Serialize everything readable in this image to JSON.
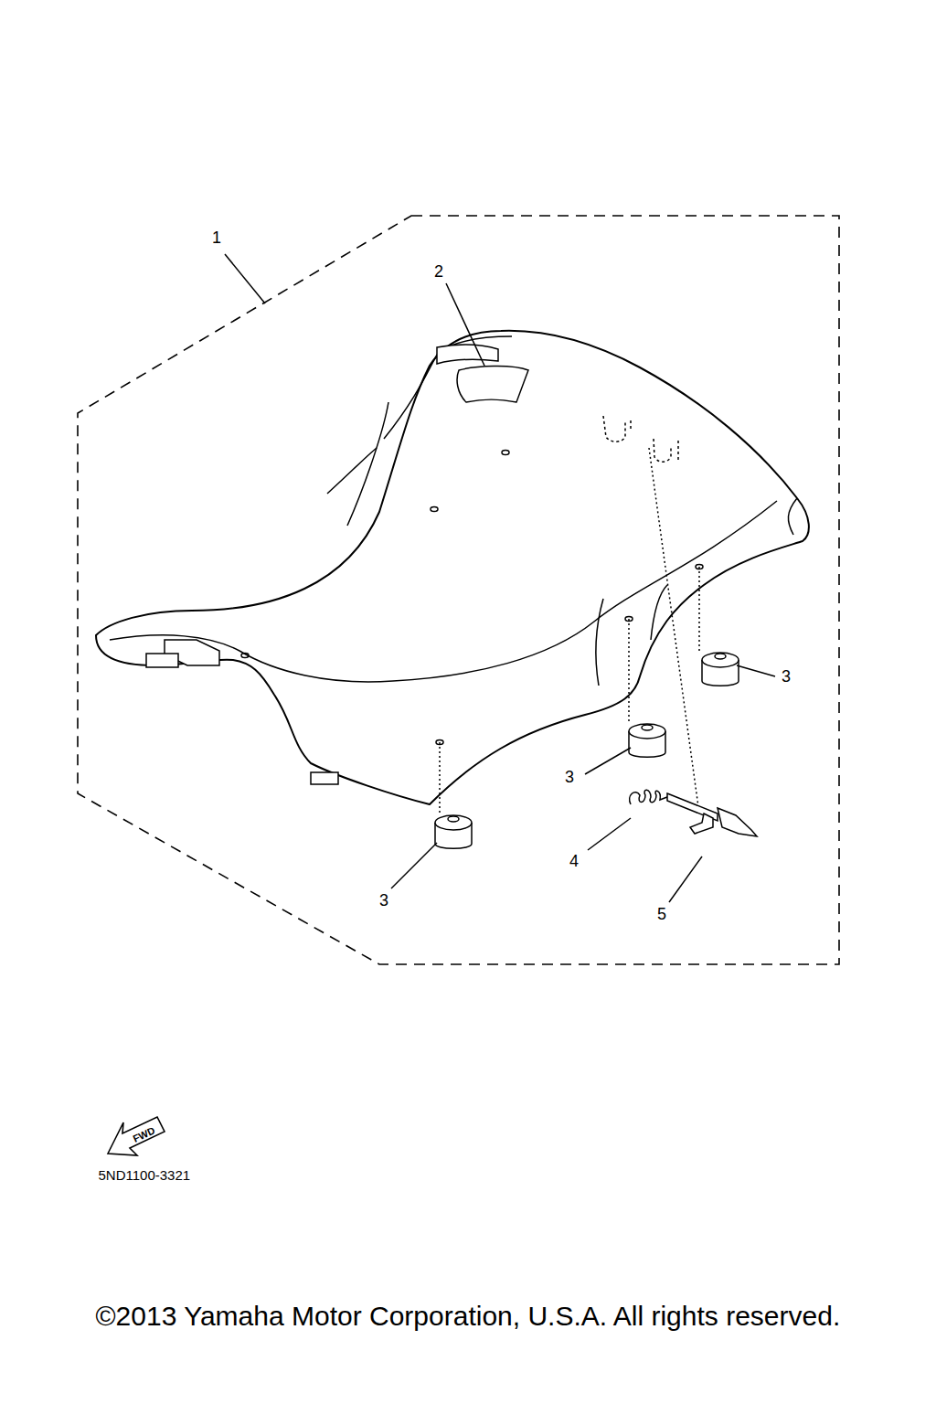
{
  "diagram": {
    "labels": [
      "1",
      "2",
      "3",
      "3",
      "3",
      "4",
      "5",
      "FWD",
      "5ND1100-3321",
      "©2013 Yamaha Motor Corporation, U.S.A. All rights reserved."
    ]
  }
}
